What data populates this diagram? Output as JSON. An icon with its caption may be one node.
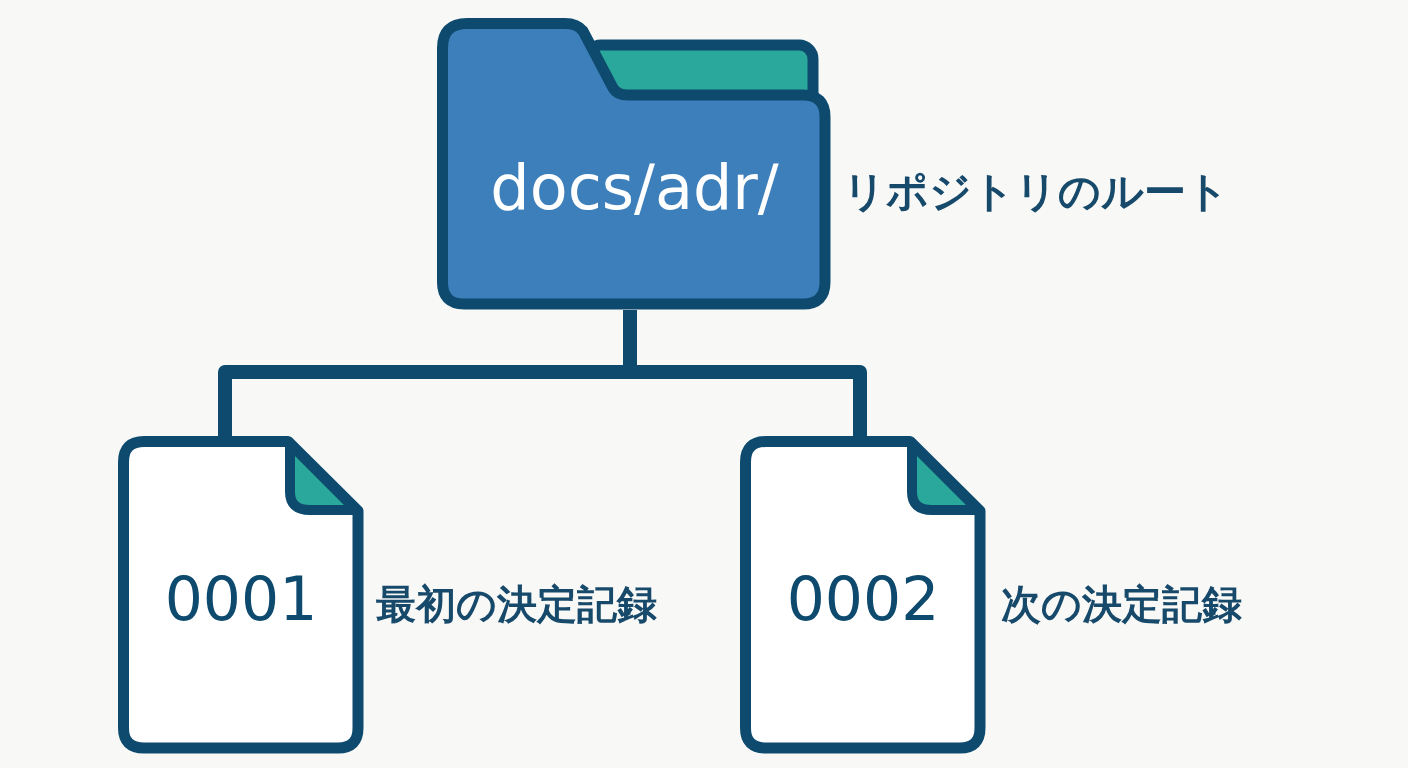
{
  "diagram": {
    "nodes": [
      {
        "text": [
          "docs/adr/"
        ],
        "beside": [
          "リポジトリのルート"
        ]
      },
      {
        "text": [
          "0001"
        ],
        "beside": [
          "最初の決定記録"
        ]
      },
      {
        "text": [
          "0002"
        ],
        "beside": [
          "次の決定記録"
        ]
      }
    ],
    "edges": [
      {
        "from": 0,
        "to": 1,
        "arrow": "none"
      },
      {
        "from": 0,
        "to": 2,
        "arrow": "none"
      }
    ]
  }
}
